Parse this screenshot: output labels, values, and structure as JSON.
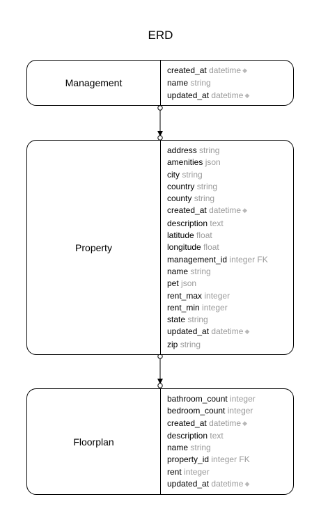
{
  "title": "ERD",
  "entities": [
    {
      "name": "Management",
      "attributes": [
        {
          "name": "created_at",
          "type": "datetime",
          "mark": "◆"
        },
        {
          "name": "name",
          "type": "string",
          "mark": ""
        },
        {
          "name": "updated_at",
          "type": "datetime",
          "mark": "◆"
        }
      ]
    },
    {
      "name": "Property",
      "attributes": [
        {
          "name": "address",
          "type": "string",
          "mark": ""
        },
        {
          "name": "amenities",
          "type": "json",
          "mark": ""
        },
        {
          "name": "city",
          "type": "string",
          "mark": ""
        },
        {
          "name": "country",
          "type": "string",
          "mark": ""
        },
        {
          "name": "county",
          "type": "string",
          "mark": ""
        },
        {
          "name": "created_at",
          "type": "datetime",
          "mark": "◆"
        },
        {
          "name": "description",
          "type": "text",
          "mark": ""
        },
        {
          "name": "latitude",
          "type": "float",
          "mark": ""
        },
        {
          "name": "longitude",
          "type": "float",
          "mark": ""
        },
        {
          "name": "management_id",
          "type": "integer FK",
          "mark": ""
        },
        {
          "name": "name",
          "type": "string",
          "mark": ""
        },
        {
          "name": "pet",
          "type": "json",
          "mark": ""
        },
        {
          "name": "rent_max",
          "type": "integer",
          "mark": ""
        },
        {
          "name": "rent_min",
          "type": "integer",
          "mark": ""
        },
        {
          "name": "state",
          "type": "string",
          "mark": ""
        },
        {
          "name": "updated_at",
          "type": "datetime",
          "mark": "◆"
        },
        {
          "name": "zip",
          "type": "string",
          "mark": ""
        }
      ]
    },
    {
      "name": "Floorplan",
      "attributes": [
        {
          "name": "bathroom_count",
          "type": "integer",
          "mark": ""
        },
        {
          "name": "bedroom_count",
          "type": "integer",
          "mark": ""
        },
        {
          "name": "created_at",
          "type": "datetime",
          "mark": "◆"
        },
        {
          "name": "description",
          "type": "text",
          "mark": ""
        },
        {
          "name": "name",
          "type": "string",
          "mark": ""
        },
        {
          "name": "property_id",
          "type": "integer FK",
          "mark": ""
        },
        {
          "name": "rent",
          "type": "integer",
          "mark": ""
        },
        {
          "name": "updated_at",
          "type": "datetime",
          "mark": "◆"
        }
      ]
    }
  ],
  "relationships": [
    {
      "from": "Management",
      "to": "Property"
    },
    {
      "from": "Property",
      "to": "Floorplan"
    }
  ]
}
